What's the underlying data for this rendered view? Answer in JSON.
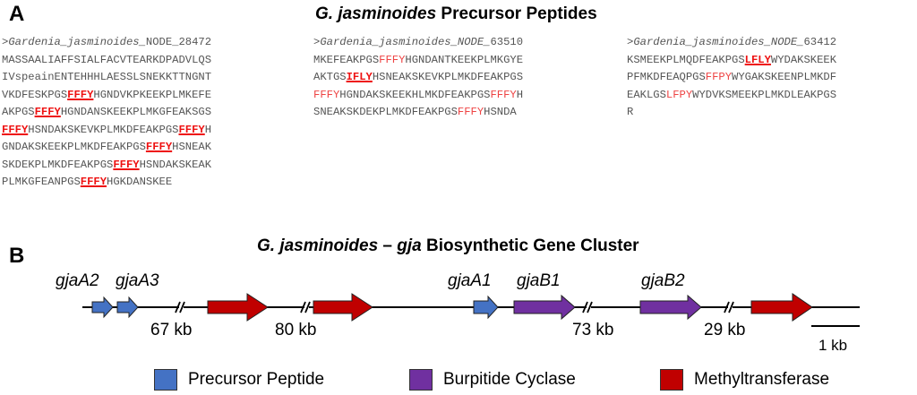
{
  "panel_a": {
    "letter": "A",
    "title_italic": "G. jasminoides",
    "title_rest": " Precursor Peptides",
    "sequences": [
      {
        "header_prefix": ">",
        "header_name": "Gardenia_jasminoides_",
        "header_node": "NODE_28472",
        "lines": [
          [
            {
              "t": "MASSAALIAFFSIALFACVTEARKDPADVLQS"
            }
          ],
          [
            {
              "t": "IVspeainENTEHHHLAESSLSNEKKTTNGNT"
            }
          ],
          [
            {
              "t": "VKDFESKPGS"
            },
            {
              "t": "FFFY",
              "s": "mb"
            },
            {
              "t": "HGNDVKPKEEKPLMKEFE"
            }
          ],
          [
            {
              "t": "AKPGS"
            },
            {
              "t": "FFFY",
              "s": "mb"
            },
            {
              "t": "HGNDANSKEEKPLMKGFEAKSGS"
            }
          ],
          [
            {
              "t": "FFFY",
              "s": "mb"
            },
            {
              "t": "HSNDAKSKEVKPLMKDFEAKPGS"
            },
            {
              "t": "FFFY",
              "s": "mb"
            },
            {
              "t": "H"
            }
          ],
          [
            {
              "t": "GNDAKSKEEKPLMKDFEAKPGS"
            },
            {
              "t": "FFFY",
              "s": "mb"
            },
            {
              "t": "HSNEAK"
            }
          ],
          [
            {
              "t": "SKDEKPLMKDFEAKPGS"
            },
            {
              "t": "FFFY",
              "s": "mb"
            },
            {
              "t": "HSNDAKSKEAK"
            }
          ],
          [
            {
              "t": "PLMKGFEANPGS"
            },
            {
              "t": "FFFY",
              "s": "mb"
            },
            {
              "t": "HGKDANSKEE"
            }
          ]
        ]
      },
      {
        "header_prefix": ">",
        "header_name": "Gardenia_jasminoides_NODE_",
        "header_node": "63510",
        "lines": [
          [
            {
              "t": "MKEFEAKPGS"
            },
            {
              "t": "FFFY",
              "s": "m"
            },
            {
              "t": "HGNDANTKEEKPLMKGYE"
            }
          ],
          [
            {
              "t": "AKTGS"
            },
            {
              "t": "IFLY",
              "s": "mb"
            },
            {
              "t": "HSNEAKSKEVKPLMKDFEAKPGS"
            }
          ],
          [
            {
              "t": "FFFY",
              "s": "m"
            },
            {
              "t": "HGNDAKSKEEKHLMKDFEAKPGS"
            },
            {
              "t": "FFFY",
              "s": "m"
            },
            {
              "t": "H"
            }
          ],
          [
            {
              "t": "SNEAKSKDEKPLMKDFEAKPGS"
            },
            {
              "t": "FFFY",
              "s": "m"
            },
            {
              "t": "HSNDA"
            }
          ]
        ]
      },
      {
        "header_prefix": ">",
        "header_name": "Gardenia_jasminoides_NODE_",
        "header_node": "63412",
        "lines": [
          [
            {
              "t": "KSMEEKPLMQDFEAKPGS"
            },
            {
              "t": "LFLY",
              "s": "mb"
            },
            {
              "t": "WYDAKSKEEK"
            }
          ],
          [
            {
              "t": "PFMKDFEAQPGS"
            },
            {
              "t": "FFPY",
              "s": "m"
            },
            {
              "t": "WYGAKSKEENPLMKDF"
            }
          ],
          [
            {
              "t": "EAKLGS"
            },
            {
              "t": "LFPY",
              "s": "m"
            },
            {
              "t": "WYDVKSMEEKPLMKDLEAKPGS"
            }
          ],
          [
            {
              "t": "R"
            }
          ]
        ]
      }
    ]
  },
  "panel_b": {
    "letter": "B",
    "title_italic_1": "G. jasminoides",
    "title_dash": " – ",
    "title_italic_2": "gja",
    "title_rest": " Biosynthetic Gene Cluster",
    "gene_labels": [
      {
        "text": "gjaA2"
      },
      {
        "text": "gjaA3"
      },
      {
        "text": "gjaA1"
      },
      {
        "text": "gjaB1"
      },
      {
        "text": "gjaB2"
      }
    ],
    "gap_labels": [
      {
        "text": "67 kb"
      },
      {
        "text": "80 kb"
      },
      {
        "text": "73 kb"
      },
      {
        "text": "29 kb"
      }
    ],
    "scale_label": "1 kb",
    "colors": {
      "precursor": "#4472c4",
      "cyclase": "#7030a0",
      "methyltransferase": "#c00000"
    },
    "legend": [
      {
        "label": "Precursor Peptide",
        "color": "#4472c4"
      },
      {
        "label": "Burpitide Cyclase",
        "color": "#7030a0"
      },
      {
        "label": "Methyltransferase",
        "color": "#c00000"
      }
    ]
  }
}
